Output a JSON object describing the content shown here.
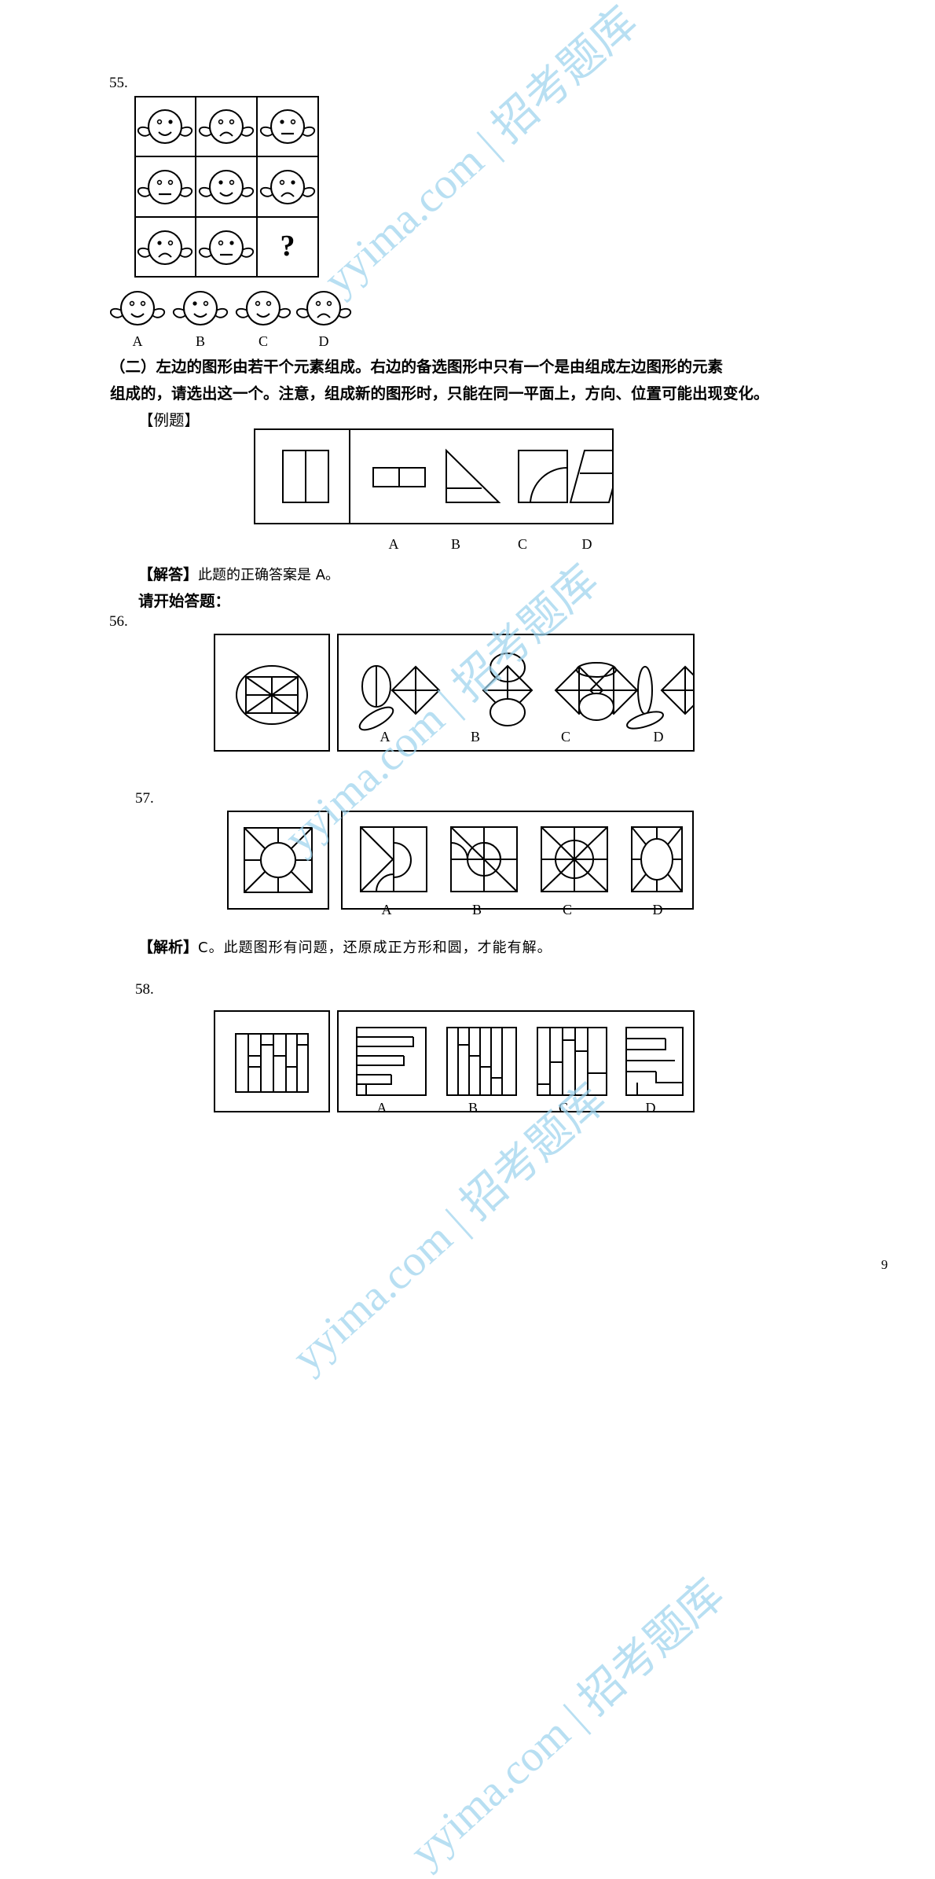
{
  "page": {
    "number": "9",
    "watermark_text": "yyima.com | 招考题库"
  },
  "questions": [
    {
      "id": "q55",
      "number": "55.",
      "type": "matrix-faces",
      "matrix": [
        [
          {
            "eyes": "left-solid",
            "mouth": "smile",
            "ears": "both"
          },
          {
            "eyes": "both-open",
            "mouth": "frown",
            "ears": "both"
          },
          {
            "eyes": "left-solid",
            "mouth": "flat",
            "ears": "both"
          }
        ],
        [
          {
            "eyes": "both-open",
            "mouth": "flat",
            "ears": "both"
          },
          {
            "eyes": "left-solid",
            "mouth": "smile",
            "ears": "both"
          },
          {
            "eyes": "right-solid",
            "mouth": "frown",
            "ears": "both"
          }
        ],
        [
          {
            "eyes": "left-solid",
            "mouth": "frown",
            "ears": "both"
          },
          {
            "eyes": "right-solid",
            "mouth": "flat",
            "ears": "both"
          },
          {
            "eyes": "question",
            "mouth": "question",
            "ears": "none"
          }
        ]
      ],
      "options": [
        {
          "letter": "A",
          "eyes": "both-open",
          "mouth": "smile"
        },
        {
          "letter": "B",
          "eyes": "left-solid",
          "mouth": "smile"
        },
        {
          "letter": "C",
          "eyes": "both-open",
          "mouth": "smile"
        },
        {
          "letter": "D",
          "eyes": "both-open",
          "mouth": "frown"
        }
      ]
    },
    {
      "id": "q56",
      "number": "56.",
      "type": "composition",
      "stem_figure": "ellipse-with-inscribed-rect-and-diagonals",
      "options": [
        {
          "letter": "A"
        },
        {
          "letter": "B"
        },
        {
          "letter": "C"
        },
        {
          "letter": "D"
        }
      ]
    },
    {
      "id": "q57",
      "number": "57.",
      "type": "composition",
      "stem_figure": "square-with-circle-and-triangles",
      "options": [
        {
          "letter": "A"
        },
        {
          "letter": "B"
        },
        {
          "letter": "C"
        },
        {
          "letter": "D"
        }
      ],
      "explanation_prefix": "【解析】",
      "explanation_text": "C。此题图形有问题，还原成正方形和圆，才能有解。"
    },
    {
      "id": "q58",
      "number": "58.",
      "type": "composition",
      "stem_figure": "vertical-bars-stepped",
      "options": [
        {
          "letter": "A"
        },
        {
          "letter": "B"
        },
        {
          "letter": "C"
        },
        {
          "letter": "D"
        }
      ]
    }
  ],
  "section": {
    "instruction_line1": "（二）左边的图形由若干个元素组成。右边的备选图形中只有一个是由组成左边图形的元素",
    "instruction_line2": "组成的，请选出这一个。注意，组成新的图形时，只能在同一平面上，方向、位置可能出现变化。",
    "example_label": "【例题】",
    "example_options": [
      {
        "letter": "A"
      },
      {
        "letter": "B"
      },
      {
        "letter": "C"
      },
      {
        "letter": "D"
      }
    ],
    "answer_prefix": "【解答】",
    "answer_text": "此题的正确答案是 A。",
    "begin_label": "请开始答题："
  },
  "colors": {
    "ink": "#000000",
    "watermark": "#9ed4ee"
  }
}
